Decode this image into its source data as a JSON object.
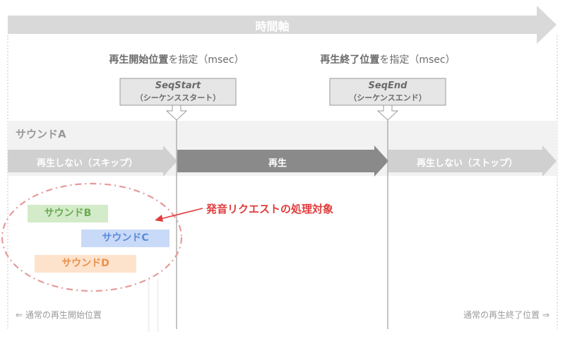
{
  "timeline": {
    "label": "時間軸"
  },
  "start_marker": {
    "caption_bold": "再生開始位置",
    "caption_rest": "を指定（msec）",
    "name": "SeqStart",
    "sub": "（シーケンススタート）"
  },
  "end_marker": {
    "caption_bold": "再生終了位置",
    "caption_rest": "を指定（msec）",
    "name": "SeqEnd",
    "sub": "（シーケンスエンド）"
  },
  "sound_a": {
    "label": "サウンドA",
    "segments": {
      "skip": "再生しない（スキップ）",
      "play": "再生",
      "stop": "再生しない（ストップ）"
    }
  },
  "requests": {
    "annotation": "発音リクエストの処理対象",
    "items": [
      {
        "label": "サウンドB",
        "bg": "#d3ebc9",
        "fg": "#6aaa52"
      },
      {
        "label": "サウンドC",
        "bg": "#c9daf8",
        "fg": "#5b8bd9"
      },
      {
        "label": "サウンドD",
        "bg": "#fde2cc",
        "fg": "#e8914a"
      }
    ],
    "ellipse_color": "#e59a9a"
  },
  "footer": {
    "left": "⇐ 通常の再生開始位置",
    "right": "通常の再生終了位置 ⇒"
  },
  "colors": {
    "timeline": "#d9d9d9",
    "band": "#f2f2f2",
    "light_arrow": "#d0d0d0",
    "dark_arrow": "#8a8a8a",
    "annotation": "#e03c3c"
  }
}
